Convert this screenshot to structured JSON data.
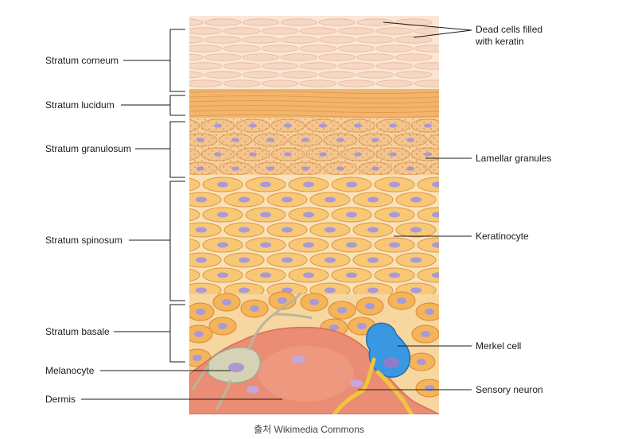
{
  "left_labels": [
    {
      "id": "corneum",
      "text": "Stratum corneum"
    },
    {
      "id": "lucidum",
      "text": "Stratum lucidum"
    },
    {
      "id": "granulosum",
      "text": "Stratum granulosum"
    },
    {
      "id": "spinosum",
      "text": "Stratum spinosum"
    },
    {
      "id": "basale",
      "text": "Stratum basale"
    },
    {
      "id": "melanocyte",
      "text": "Melanocyte"
    },
    {
      "id": "dermis",
      "text": "Dermis"
    }
  ],
  "right_labels": [
    {
      "id": "dead-cells",
      "line1": "Dead cells filled",
      "line2": "with keratin"
    },
    {
      "id": "lamellar",
      "line1": "Lamellar granules",
      "line2": ""
    },
    {
      "id": "keratinocyte",
      "line1": "Keratinocyte",
      "line2": ""
    },
    {
      "id": "merkel",
      "line1": "Merkel cell",
      "line2": ""
    },
    {
      "id": "sensory",
      "line1": "Sensory neuron",
      "line2": ""
    }
  ],
  "caption": "출처 Wikimedia Commons",
  "colors": {
    "corneum": "#f7d7c2",
    "lucidum": "#f2b36a",
    "granulosum": "#f4c58c",
    "spinosum_cell": "#f8c877",
    "basale_cell": "#f6b45a",
    "nucleus": "#a99ad6",
    "dermis": "#ec8a72",
    "melanocyte": "#cfd0b4",
    "merkel": "#2f8ee0",
    "neuron": "#f1c240"
  }
}
